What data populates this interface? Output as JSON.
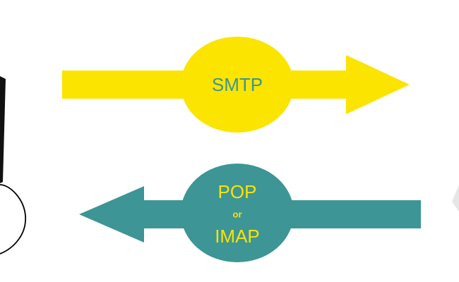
{
  "diagram": {
    "outgoing": {
      "protocol": "SMTP",
      "color": "#fae400",
      "text_color": "#3d9595"
    },
    "incoming": {
      "protocol_top": "POP",
      "connector": "or",
      "protocol_bottom": "IMAP",
      "color": "#3d9595",
      "text_color": "#fae400"
    },
    "left_device": {
      "stroke_color": "#000000"
    }
  }
}
